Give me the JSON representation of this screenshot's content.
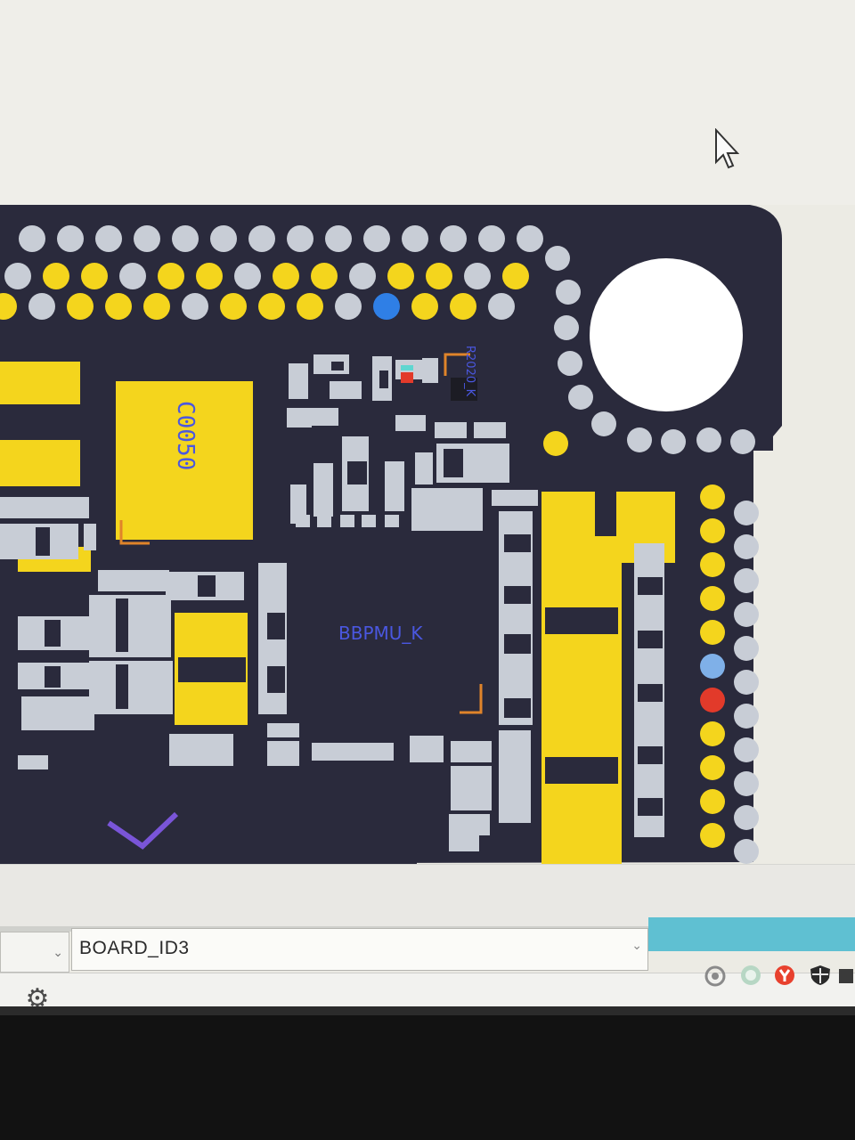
{
  "screen": {
    "net_selector": {
      "value": "BOARD_ID3",
      "dropdown_icon": "chevron-down-icon"
    },
    "left_selector": {
      "dropdown_icon": "chevron-down-icon"
    },
    "settings_button": {
      "icon": "gear-icon"
    },
    "tray_icons": [
      "record-icon",
      "chat-icon",
      "yandex-browser-icon",
      "security-shield-icon",
      "app-icon"
    ]
  },
  "board": {
    "component_labels": [
      {
        "id": "label-c0050",
        "text": "C0050"
      },
      {
        "id": "label-pmu",
        "text": "BBPMU_K"
      },
      {
        "id": "label-r",
        "text": "R2020_K"
      }
    ],
    "colors": {
      "background": "#2a2a3c",
      "pad_yellow": "#f4d51d",
      "pad_gray": "#c8cdd6",
      "label_blue": "#4a57e0",
      "highlight_blue": "#2f7fe6",
      "highlight_red": "#e23a2a",
      "outline_orange": "#e0842a",
      "hole_white": "#ffffff"
    }
  }
}
